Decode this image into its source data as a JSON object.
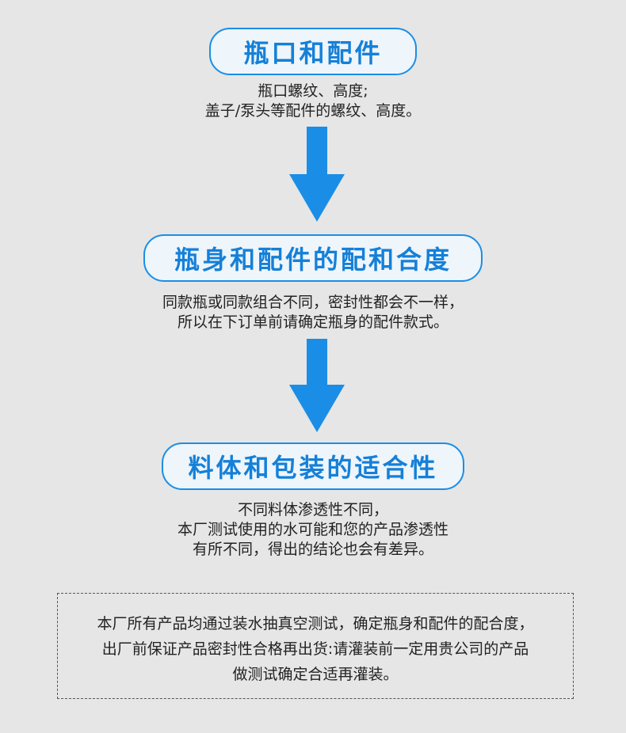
{
  "steps": [
    {
      "title": "瓶口和配件",
      "desc": [
        "瓶口螺纹、高度;",
        "盖子/泵头等配件的螺纹、高度。"
      ]
    },
    {
      "title": "瓶身和配件的配和合度",
      "desc": [
        "同款瓶或同款组合不同，密封性都会不一样，",
        "所以在下订单前请确定瓶身的配件款式。"
      ]
    },
    {
      "title": "料体和包装的适合性",
      "desc": [
        "不同料体渗透性不同，",
        "本厂测试使用的水可能和您的产品渗透性",
        "有所不同，得出的结论也会有差异。"
      ]
    }
  ],
  "note": {
    "lines": [
      "本厂所有产品均通过装水抽真空测试，确定瓶身和配件的配合度，",
      "出厂前保证产品密封性合格再出货:请灌装前一定用贵公司的产品",
      "做测试确定合适再灌装。"
    ]
  },
  "colors": {
    "accent": "#1a8ee6",
    "title_text": "#1580d8",
    "background": "#e6e6e6"
  },
  "icons": {
    "arrow": "arrow-down-icon"
  }
}
